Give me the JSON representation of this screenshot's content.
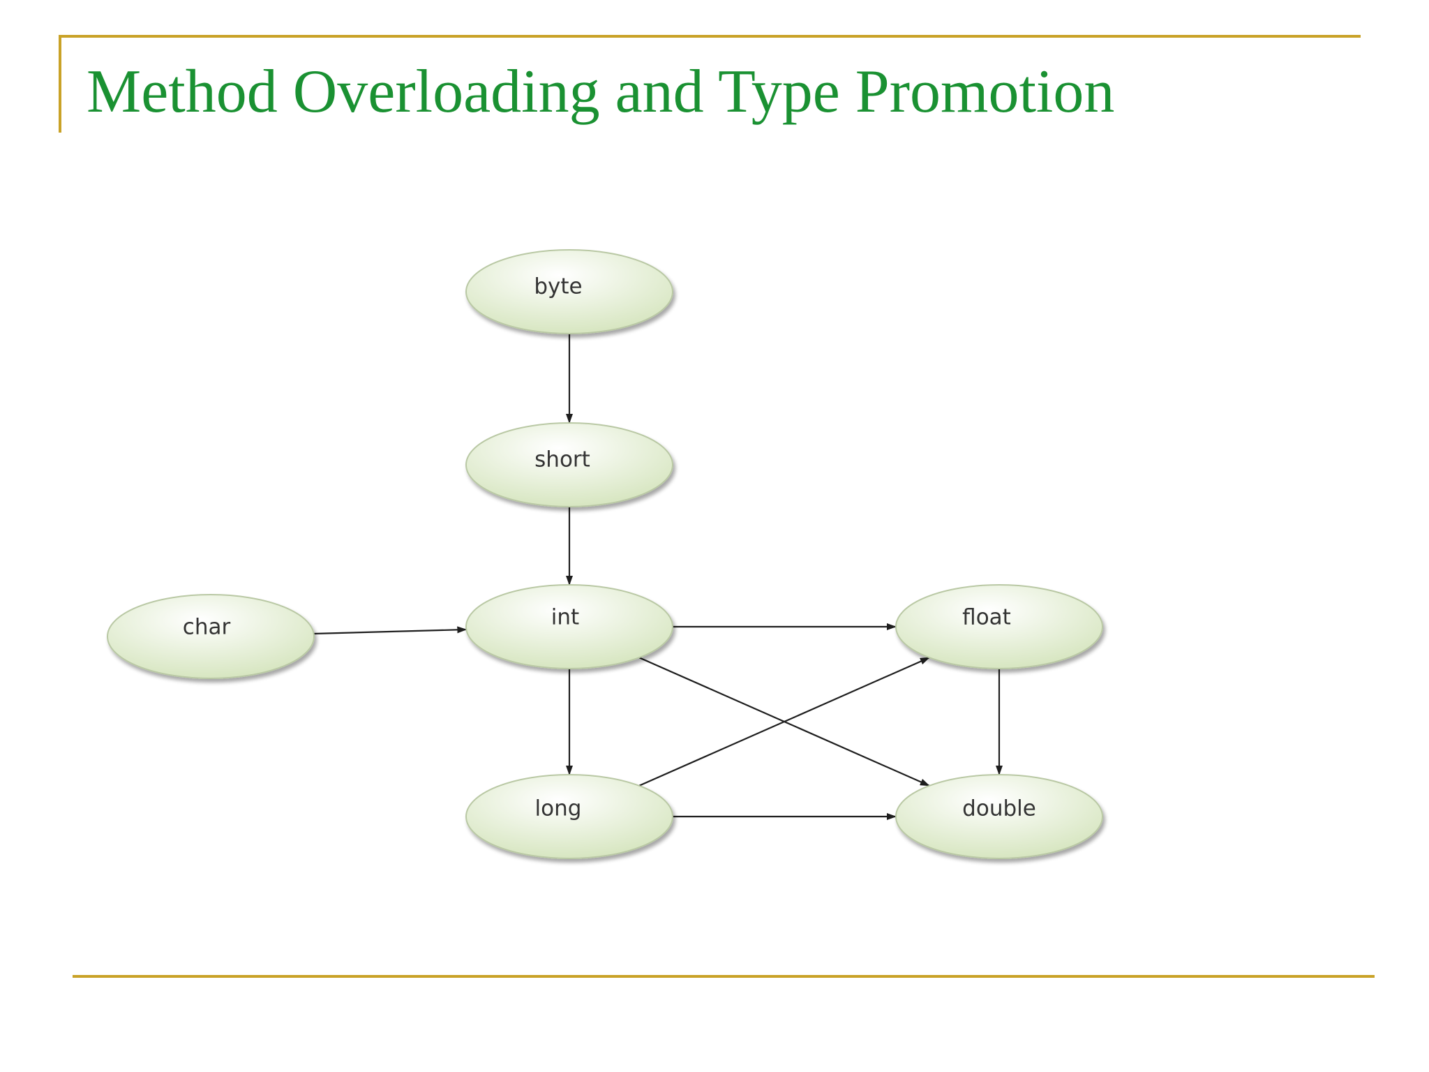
{
  "slide": {
    "title": "Method Overloading and Type Promotion"
  },
  "colors": {
    "title": "#1a9132",
    "rule": "#c9a227",
    "node_fill_light": "#ffffff",
    "node_fill_dark": "#d4e4bc",
    "node_stroke": "#b9c8a4",
    "edge": "#1e1e1e"
  },
  "diagram": {
    "nodes": [
      {
        "id": "byte",
        "label": "byte"
      },
      {
        "id": "short",
        "label": "short"
      },
      {
        "id": "int",
        "label": "int"
      },
      {
        "id": "char",
        "label": "char"
      },
      {
        "id": "float",
        "label": "float"
      },
      {
        "id": "long",
        "label": "long"
      },
      {
        "id": "double",
        "label": "double"
      }
    ],
    "edges": [
      {
        "from": "byte",
        "to": "short"
      },
      {
        "from": "short",
        "to": "int"
      },
      {
        "from": "char",
        "to": "int"
      },
      {
        "from": "int",
        "to": "float"
      },
      {
        "from": "int",
        "to": "long"
      },
      {
        "from": "int",
        "to": "double"
      },
      {
        "from": "long",
        "to": "float"
      },
      {
        "from": "long",
        "to": "double"
      },
      {
        "from": "float",
        "to": "double"
      }
    ]
  }
}
